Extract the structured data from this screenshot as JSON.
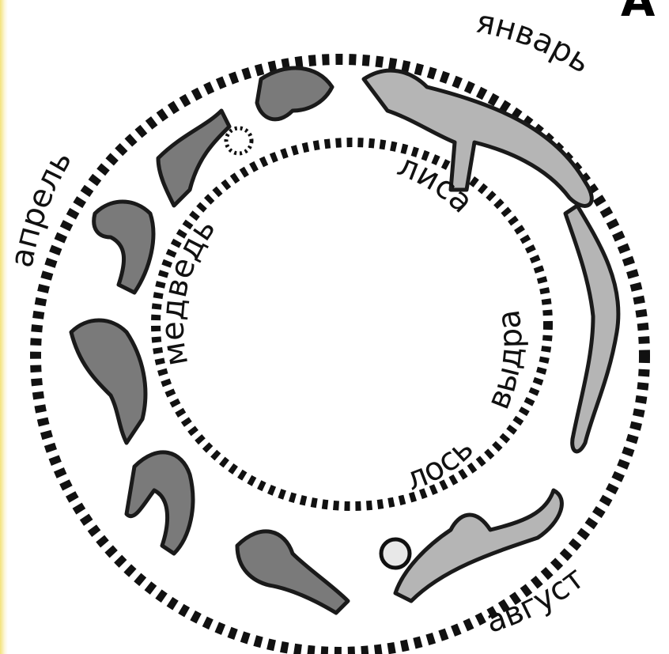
{
  "corner_glyph": "A",
  "months": {
    "january": "январь",
    "april": "апрель",
    "august": "август"
  },
  "animals": {
    "fox": "лиса",
    "bear": "медведь",
    "otter": "выдра",
    "elk": "лось"
  },
  "colors": {
    "ink": "#111111",
    "creature_fill": "#7a7a7a",
    "creature_light": "#b5b5b5",
    "left_edge_tint": "#f3e27a"
  },
  "icons": {
    "small_circle_top": "dotted-sun-icon",
    "small_circle_bottom": "sun-disc-icon"
  }
}
